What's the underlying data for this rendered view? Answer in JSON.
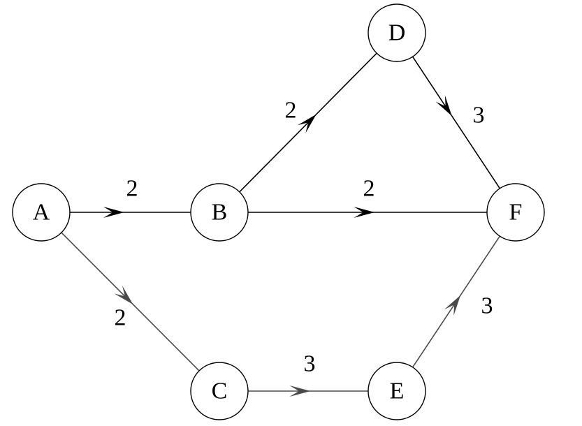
{
  "diagram": {
    "nodes": [
      {
        "id": "A",
        "label": "A"
      },
      {
        "id": "B",
        "label": "B"
      },
      {
        "id": "C",
        "label": "C"
      },
      {
        "id": "D",
        "label": "D"
      },
      {
        "id": "E",
        "label": "E"
      },
      {
        "id": "F",
        "label": "F"
      }
    ],
    "edges": [
      {
        "from": "A",
        "to": "B",
        "weight": "2",
        "color": "#000000"
      },
      {
        "from": "B",
        "to": "D",
        "weight": "2",
        "color": "#000000"
      },
      {
        "from": "B",
        "to": "F",
        "weight": "2",
        "color": "#000000"
      },
      {
        "from": "D",
        "to": "F",
        "weight": "3",
        "color": "#000000"
      },
      {
        "from": "A",
        "to": "C",
        "weight": "2",
        "color": "#4a4a4a"
      },
      {
        "from": "C",
        "to": "E",
        "weight": "3",
        "color": "#4a4a4a"
      },
      {
        "from": "E",
        "to": "F",
        "weight": "3",
        "color": "#4a4a4a"
      }
    ]
  }
}
